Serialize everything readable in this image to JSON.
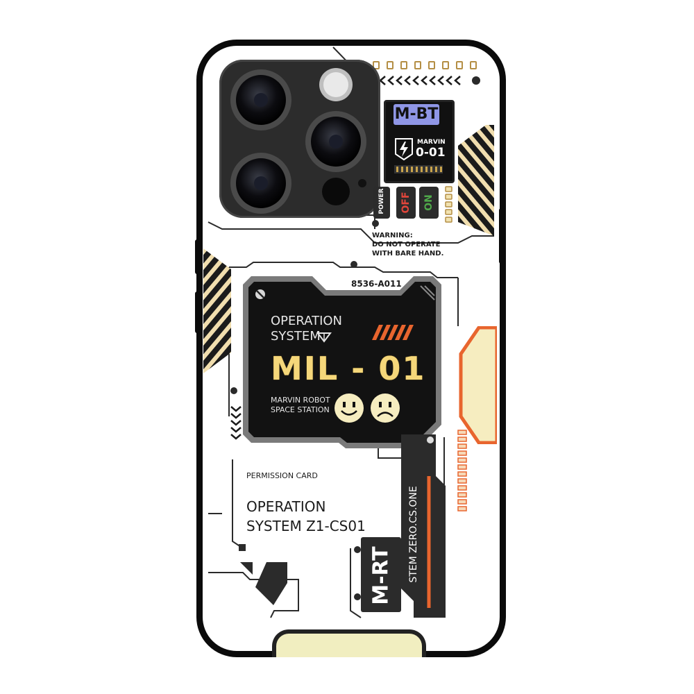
{
  "labels": {
    "top_badge": "M-BT",
    "marvin": "MARVIN",
    "marvin_code": "0-01",
    "power": "POWER",
    "off": "OFF",
    "on": "ON",
    "warning_1": "WARNING:",
    "warning_2": "DO NOT OPERATE",
    "warning_3": "WITH BARE HAND.",
    "serial": "8536-A011",
    "screen_op_1": "OPERATION",
    "screen_op_2": "SYSTEM",
    "screen_title": "MIL - 01",
    "screen_sub_1": "MARVIN ROBOT",
    "screen_sub_2": "SPACE STATION",
    "permission": "PERMISSION CARD",
    "op_sys_1": "OPERATION",
    "op_sys_2": "SYSTEM Z1-CS01",
    "vertical_text": "STEM ZERO.CS.ONE",
    "mrt": "M-RT"
  },
  "colors": {
    "frame": "#0b0b0b",
    "camera_body": "#2a2a2a",
    "accent_orange": "#e8652e",
    "cream": "#f6edc0",
    "screen_bg": "#121212",
    "title_yellow": "#f5d77a",
    "badge_purple": "#8f96e6",
    "off_red": "#e2463b",
    "on_green": "#4fa84a"
  },
  "icons": {
    "flash": "lightning-bolt-icon",
    "triangle": "down-triangle-icon",
    "smiley": "smiley-face-icon",
    "sad": "sad-face-icon",
    "screw": "screw-icon"
  }
}
